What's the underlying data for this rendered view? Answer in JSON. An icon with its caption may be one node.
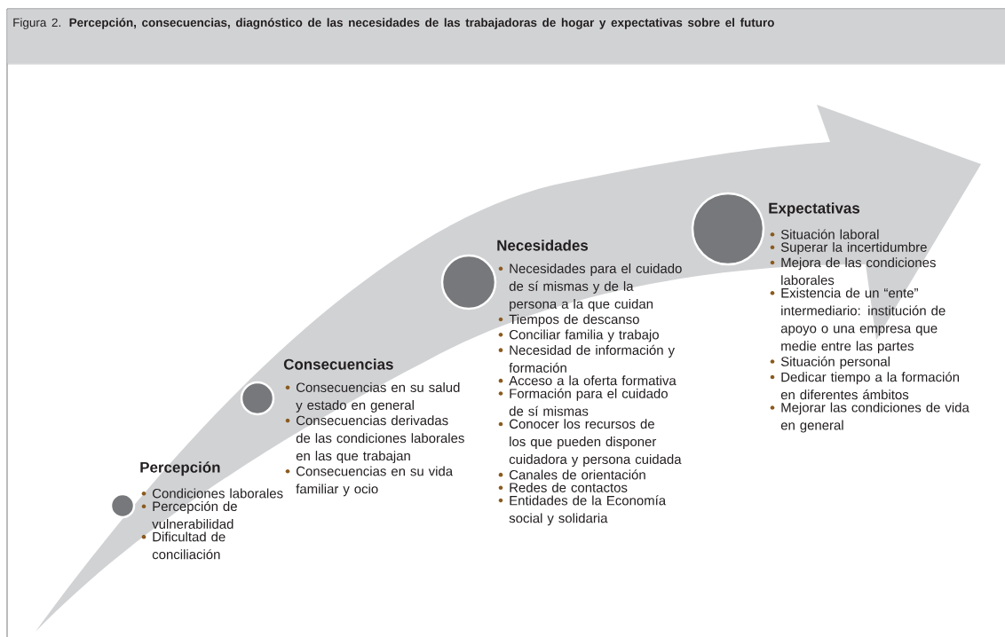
{
  "diagram": {
    "title": "Figura 2. **Percepción, consecuencias, diagnóstico de las necesidades de las trabajadoras de hogar y expectativas sobre el futuro**",
    "nodes": [
      {
        "text": [],
        "shape": "circle",
        "beside": [
          "Percepción",
          "Condiciones laborales",
          "Percepción de vulnerabilidad",
          "Dificultad de conciliación"
        ]
      },
      {
        "text": [],
        "shape": "circle",
        "beside": [
          "Consecuencias",
          "Consecuencias en su salud y estado en general",
          "Consecuencias derivadas de las condiciones laborales en las que trabajan",
          "Consecuencias en su vida familiar y ocio"
        ]
      },
      {
        "text": [],
        "shape": "circle",
        "beside": [
          "Necesidades",
          "Necesidades para el cuidado de sí mismas y de la persona a la que cuidan",
          "Tiempos de descanso",
          "Conciliar familia y trabajo",
          "Necesidad de información y formación",
          "Acceso a la oferta formativa",
          "Formación para el cuidado de sí mismas",
          "Conocer los recursos de los que pueden disponer cuidadora y persona cuidada",
          "Canales de orientación",
          "Redes de contactos",
          "Entidades de la Economía social y solidaria"
        ]
      },
      {
        "text": [],
        "shape": "circle",
        "beside": [
          "Expectativas",
          "Situación laboral",
          "Superar la incertidumbre",
          "Mejora de las condiciones laborales",
          "Existencia de un “ente” intermediario: institución de apoyo o una empresa que medie entre las partes",
          "Situación personal",
          "Dedicar tiempo a la formación en diferentes ámbitos",
          "Mejorar las condiciones de vida en general"
        ]
      }
    ]
  }
}
